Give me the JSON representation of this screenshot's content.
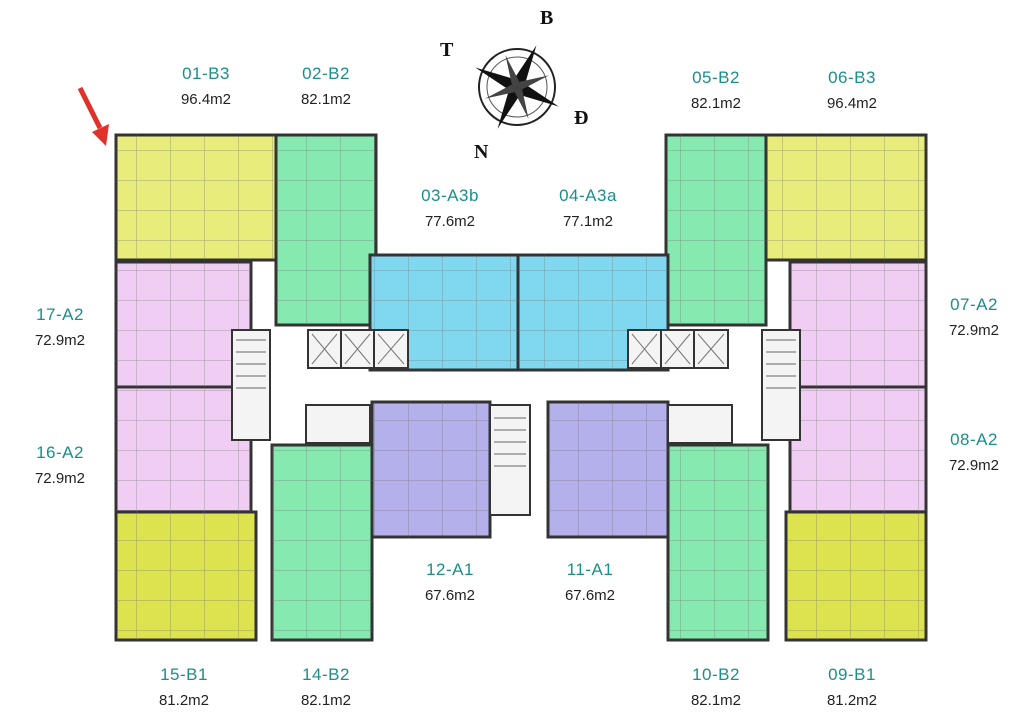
{
  "compass": {
    "north": "B",
    "south": "N",
    "east": "Đ",
    "west": "T"
  },
  "colors": {
    "yellow": "#e7ec7a",
    "yellow_deep": "#dde24f",
    "green": "#86eab0",
    "cyan": "#7fd8f0",
    "violet": "#b3b0ec",
    "pink": "#f0cdf3",
    "label": "#1a8f8a",
    "arrow": "#e0322a"
  },
  "units": [
    {
      "code": "01-B3",
      "area": "96.4m2"
    },
    {
      "code": "02-B2",
      "area": "82.1m2"
    },
    {
      "code": "03-A3b",
      "area": "77.6m2"
    },
    {
      "code": "04-A3a",
      "area": "77.1m2"
    },
    {
      "code": "05-B2",
      "area": "82.1m2"
    },
    {
      "code": "06-B3",
      "area": "96.4m2"
    },
    {
      "code": "07-A2",
      "area": "72.9m2"
    },
    {
      "code": "08-A2",
      "area": "72.9m2"
    },
    {
      "code": "09-B1",
      "area": "81.2m2"
    },
    {
      "code": "10-B2",
      "area": "82.1m2"
    },
    {
      "code": "11-A1",
      "area": "67.6m2"
    },
    {
      "code": "12-A1",
      "area": "67.6m2"
    },
    {
      "code": "14-B2",
      "area": "82.1m2"
    },
    {
      "code": "15-B1",
      "area": "81.2m2"
    },
    {
      "code": "16-A2",
      "area": "72.9m2"
    },
    {
      "code": "17-A2",
      "area": "72.9m2"
    }
  ]
}
